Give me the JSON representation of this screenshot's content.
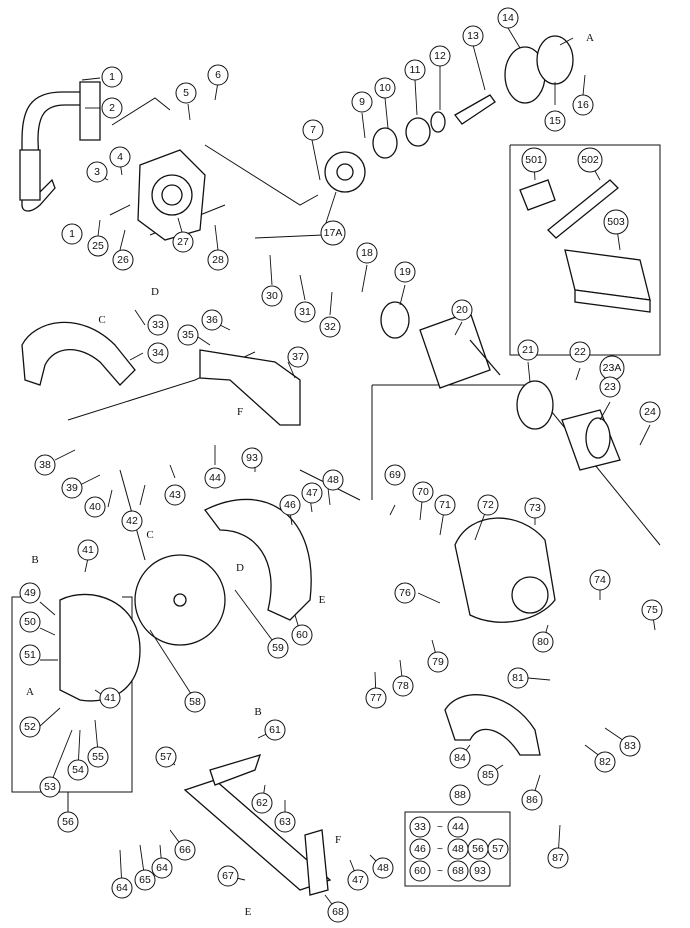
{
  "diagram": {
    "part_callouts": [
      "1",
      "2",
      "3",
      "4",
      "5",
      "6",
      "7",
      "9",
      "10",
      "11",
      "12",
      "13",
      "14",
      "15",
      "16",
      "17A",
      "18",
      "19",
      "20",
      "21",
      "22",
      "23A",
      "23",
      "24",
      "25",
      "26",
      "27",
      "28",
      "30",
      "31",
      "32",
      "33",
      "34",
      "35",
      "36",
      "37",
      "38",
      "39",
      "40",
      "41",
      "42",
      "43",
      "44",
      "46",
      "47",
      "48",
      "49",
      "50",
      "51",
      "52",
      "53",
      "54",
      "55",
      "56",
      "57",
      "58",
      "59",
      "60",
      "61",
      "62",
      "63",
      "64",
      "65",
      "66",
      "67",
      "68",
      "69",
      "70",
      "71",
      "72",
      "73",
      "74",
      "75",
      "76",
      "77",
      "78",
      "79",
      "80",
      "81",
      "82",
      "83",
      "84",
      "85",
      "86",
      "87",
      "88",
      "93",
      "501",
      "502",
      "503"
    ],
    "letter_refs": [
      "A",
      "B",
      "C",
      "D",
      "E",
      "F"
    ],
    "kit_box": {
      "rows": [
        {
          "from": "33",
          "sep": "~",
          "to": "44"
        },
        {
          "from": "46",
          "sep": "~",
          "to": "48",
          "extra": [
            "56",
            "57"
          ]
        },
        {
          "from": "60",
          "sep": "~",
          "to": "68",
          "extra": [
            "93"
          ]
        }
      ]
    },
    "accessory_box": [
      "501",
      "502",
      "503"
    ]
  }
}
